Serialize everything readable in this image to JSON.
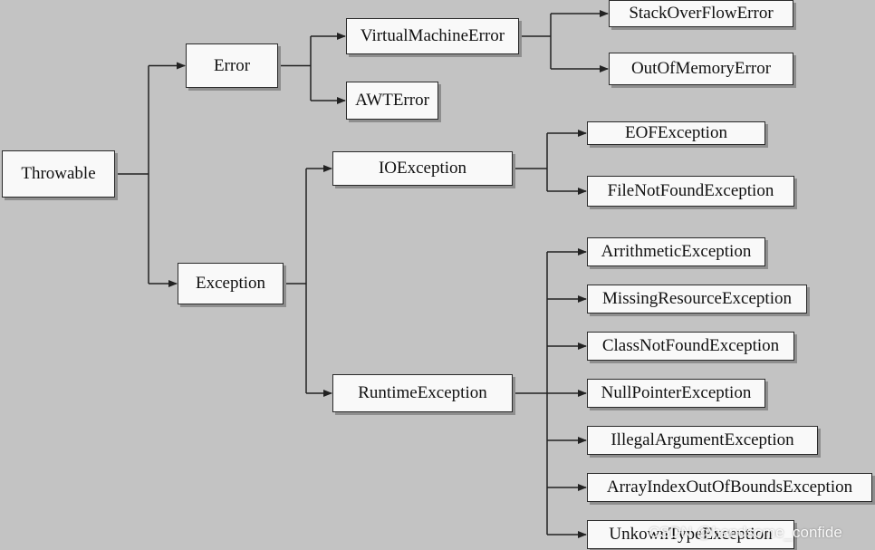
{
  "diagram": {
    "nodes": {
      "throwable": "Throwable",
      "error": "Error",
      "exception": "Exception",
      "virtual_machine_error": "VirtualMachineError",
      "awt_error": "AWTError",
      "stack_overflow_error": "StackOverFlowError",
      "out_of_memory_error": "OutOfMemoryError",
      "io_exception": "IOException",
      "runtime_exception": "RuntimeException",
      "eof_exception": "EOFException",
      "file_not_found_exception": "FileNotFoundException",
      "arithmetic_exception": "ArrithmeticException",
      "missing_resource_exception": "MissingResourceException",
      "class_not_found_exception": "ClassNotFoundException",
      "null_pointer_exception": "NullPointerException",
      "illegal_argument_exception": "IllegalArgumentException",
      "array_index_out_of_bounds_exception": "ArrayIndexOutOfBoundsException",
      "unknown_type_exception": "UnkownTypeException"
    },
    "edges": [
      [
        "throwable",
        "error"
      ],
      [
        "throwable",
        "exception"
      ],
      [
        "error",
        "virtual_machine_error"
      ],
      [
        "error",
        "awt_error"
      ],
      [
        "virtual_machine_error",
        "stack_overflow_error"
      ],
      [
        "virtual_machine_error",
        "out_of_memory_error"
      ],
      [
        "exception",
        "io_exception"
      ],
      [
        "exception",
        "runtime_exception"
      ],
      [
        "io_exception",
        "eof_exception"
      ],
      [
        "io_exception",
        "file_not_found_exception"
      ],
      [
        "runtime_exception",
        "arithmetic_exception"
      ],
      [
        "runtime_exception",
        "missing_resource_exception"
      ],
      [
        "runtime_exception",
        "class_not_found_exception"
      ],
      [
        "runtime_exception",
        "null_pointer_exception"
      ],
      [
        "runtime_exception",
        "illegal_argument_exception"
      ],
      [
        "runtime_exception",
        "array_index_out_of_bounds_exception"
      ],
      [
        "runtime_exception",
        "unknown_type_exception"
      ]
    ]
  },
  "watermark": "CSDN @handsome_confide"
}
